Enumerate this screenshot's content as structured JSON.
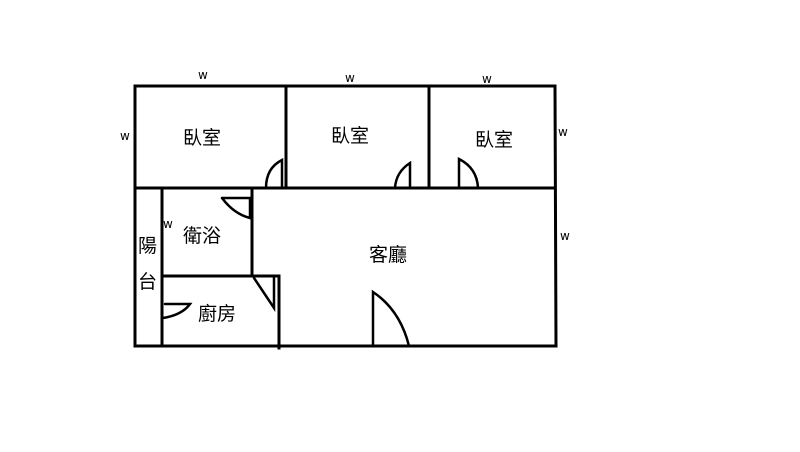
{
  "rooms": {
    "bedroom_1": "臥室",
    "bedroom_2": "臥室",
    "bedroom_3": "臥室",
    "bathroom": "衛浴",
    "living_room": "客廳",
    "kitchen": "廚房",
    "balcony_top": "陽",
    "balcony_bottom": "台"
  },
  "marks": {
    "window": "w"
  }
}
